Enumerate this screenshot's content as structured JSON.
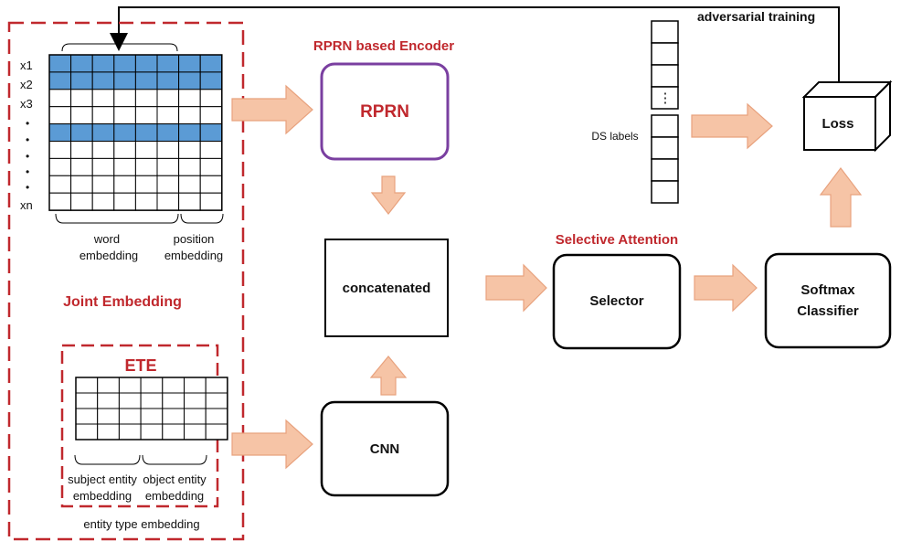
{
  "labels": {
    "adversarial_training": "adversarial training",
    "rprn_encoder_title": "RPRN based Encoder",
    "rprn": "RPRN",
    "concatenated": "concatenated",
    "cnn": "CNN",
    "selective_attention_title": "Selective Attention",
    "selector": "Selector",
    "softmax_line1": "Softmax",
    "softmax_line2": "Classifier",
    "loss": "Loss",
    "ds_labels": "DS labels",
    "joint_embedding": "Joint Embedding",
    "ete": "ETE",
    "word_embedding_line1": "word",
    "word_embedding_line2": "embedding",
    "position_embedding_line1": "position",
    "position_embedding_line2": "embedding",
    "subject_entity_line1": "subject entity",
    "subject_entity_line2": "embedding",
    "object_entity_line1": "object entity",
    "object_entity_line2": "embedding",
    "entity_type_embedding": "entity  type embedding",
    "row_x1": "x1",
    "row_x2": "x2",
    "row_x3": "x3",
    "row_xn": "xn",
    "dots": "•",
    "vertical_dots": "⋮"
  },
  "colors": {
    "red_dashed": "#c0282d",
    "purple_border": "#7a3fa0",
    "arrow_fill": "#f6c4a6",
    "arrow_stroke": "#e8a27e",
    "highlight_row": "#5b9bd5"
  },
  "matrix": {
    "highlighted_rows": [
      1,
      2,
      5
    ]
  }
}
